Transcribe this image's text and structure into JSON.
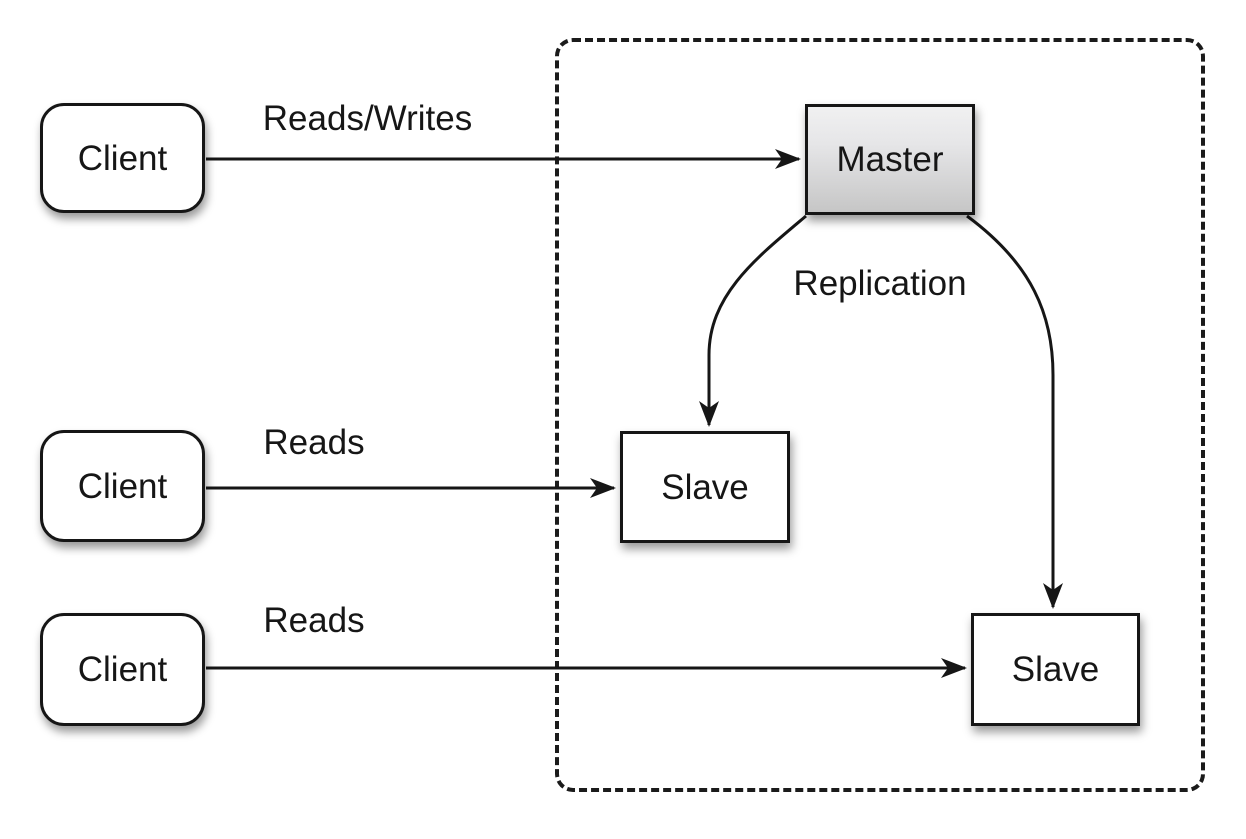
{
  "diagram": {
    "nodes": {
      "clients": [
        {
          "label": "Client"
        },
        {
          "label": "Client"
        },
        {
          "label": "Client"
        }
      ],
      "master": {
        "label": "Master"
      },
      "slaves": [
        {
          "label": "Slave"
        },
        {
          "label": "Slave"
        }
      ]
    },
    "edges": {
      "client1_to_master": {
        "label": "Reads/Writes"
      },
      "client2_to_slave1": {
        "label": "Reads"
      },
      "client3_to_slave2": {
        "label": "Reads"
      },
      "master_to_slaves": {
        "label": "Replication"
      }
    },
    "colors": {
      "background": "#ffffff",
      "stroke": "#161616",
      "node_fill": "#ffffff",
      "master_gradient_top": "#f0f0f1",
      "master_gradient_bottom": "#c6c6c6",
      "boundary_dash": "#1b1b1b"
    }
  }
}
